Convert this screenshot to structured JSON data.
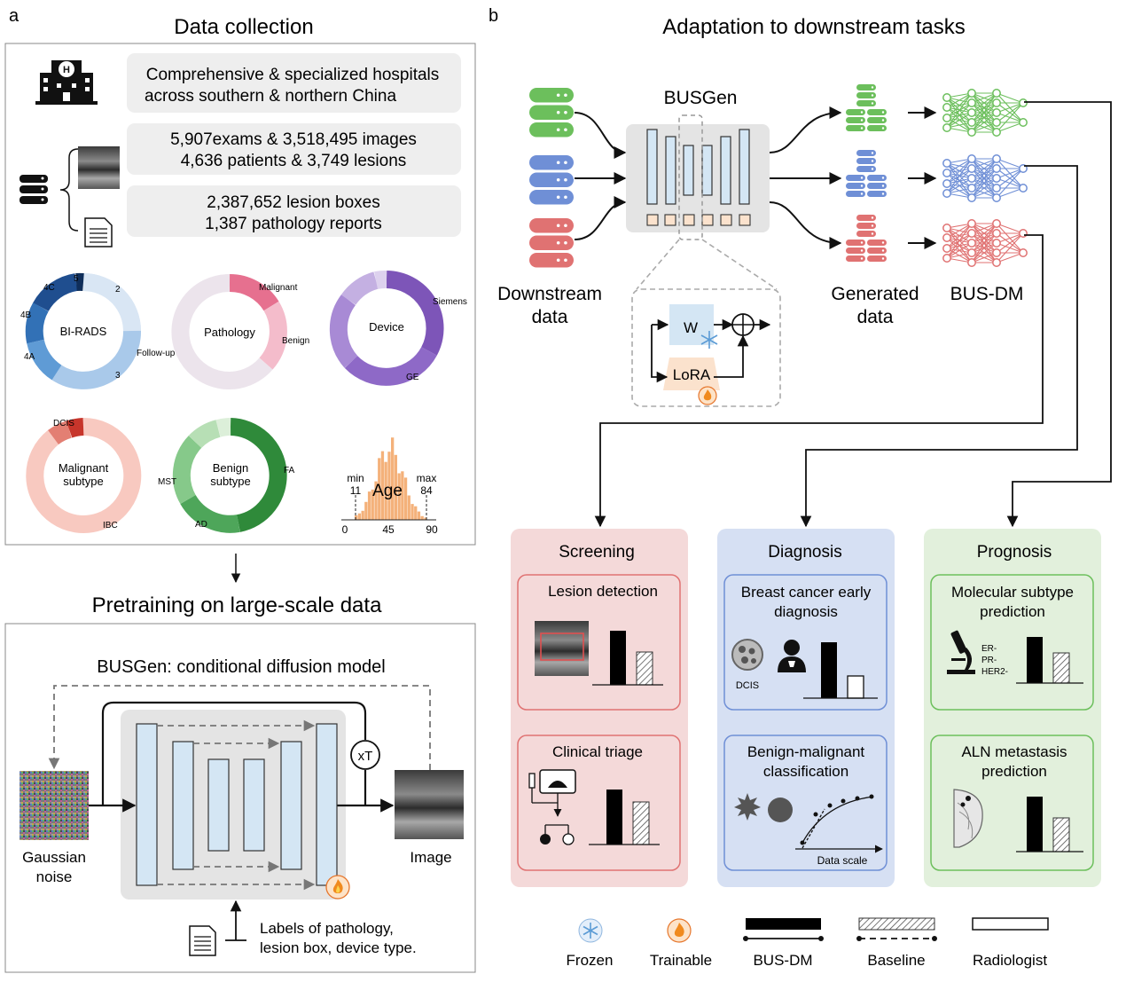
{
  "panel_a": {
    "letter": "a",
    "title": "Data collection",
    "hospitals": {
      "line1": "Comprehensive & specialized hospitals",
      "line2": "across southern & northern China"
    },
    "exams": {
      "line1": "5,907exams & 3,518,495 images",
      "line2": "4,636 patients & 3,749 lesions"
    },
    "boxes": {
      "line1": "2,387,652 lesion boxes",
      "line2": "1,387 pathology reports"
    },
    "donuts": {
      "birads": {
        "center": "BI-RADS",
        "labels": [
          "4C",
          "5",
          "2",
          "4B",
          "4A",
          "3"
        ]
      },
      "pathology": {
        "center": "Pathology",
        "labels": [
          "Malignant",
          "Benign",
          "Follow-up"
        ]
      },
      "device": {
        "center": "Device",
        "labels": [
          "Siemens",
          "GE"
        ]
      },
      "malignant": {
        "center_line1": "Malignant",
        "center_line2": "subtype",
        "labels": [
          "DCIS",
          "IBC"
        ]
      },
      "benign": {
        "center_line1": "Benign",
        "center_line2": "subtype",
        "labels": [
          "FA",
          "MST",
          "AD"
        ]
      }
    },
    "age_hist": {
      "title": "Age",
      "min_label": "min",
      "min_value": "11",
      "max_label": "max",
      "max_value": "84",
      "ticks": [
        "0",
        "45",
        "90"
      ]
    },
    "pretrain_title": "Pretraining on large-scale data",
    "busgen_title": "BUSGen: conditional diffusion model",
    "gaussian_line1": "Gaussian",
    "gaussian_line2": "noise",
    "image_label": "Image",
    "xT": "xT",
    "labels_line1": "Labels of pathology,",
    "labels_line2": "lesion box, device type."
  },
  "panel_b": {
    "letter": "b",
    "title": "Adaptation to downstream tasks",
    "busgen": "BUSGen",
    "downstream_line1": "Downstream",
    "downstream_line2": "data",
    "generated_line1": "Generated",
    "generated_line2": "data",
    "busdm": "BUS-DM",
    "lora_w": "W",
    "lora_label": "LoRA",
    "sections": {
      "screening": {
        "title": "Screening",
        "card1": "Lesion detection",
        "card2": "Clinical triage"
      },
      "diagnosis": {
        "title": "Diagnosis",
        "card1_line1": "Breast cancer early",
        "card1_line2": "diagnosis",
        "dcis": "DCIS",
        "card2_line1": "Benign-malignant",
        "card2_line2": "classification",
        "data_scale": "Data scale"
      },
      "prognosis": {
        "title": "Prognosis",
        "card1_line1": "Molecular subtype",
        "card1_line2": "prediction",
        "er": "ER-",
        "pr": "PR-",
        "her2": "HER2-",
        "card2_line1": "ALN metastasis",
        "card2_line2": "prediction"
      }
    }
  },
  "legend": {
    "frozen": "Frozen",
    "trainable": "Trainable",
    "busdm": "BUS-DM",
    "baseline": "Baseline",
    "radiologist": "Radiologist"
  },
  "colors": {
    "green": "#6cbf5c",
    "blue": "#6f8fd6",
    "red": "#e07272",
    "screening_bg": "#f4d9d9",
    "diagnosis_bg": "#d6e0f3",
    "prognosis_bg": "#e2f0dc",
    "unet_block": "#d4e6f4",
    "panel_gray": "#e4e4e4"
  }
}
